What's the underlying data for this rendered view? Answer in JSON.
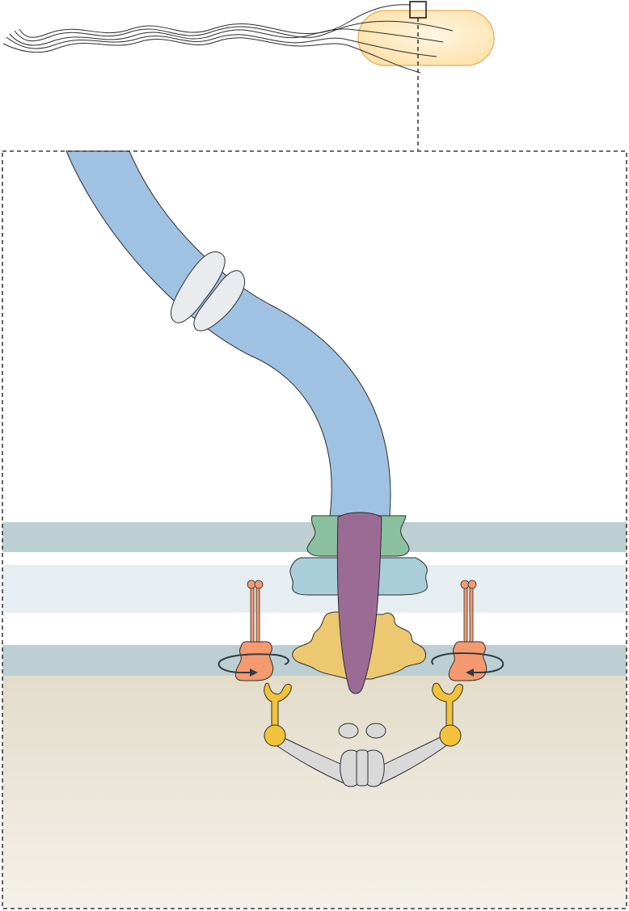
{
  "diagram": {
    "components": [
      "bacterium-cell",
      "flagellar-filaments",
      "zoom-marker",
      "flagellar-filament",
      "filament-ring",
      "outer-membrane",
      "peptidoglycan-layer",
      "inner-membrane",
      "cytoplasm",
      "l-ring",
      "p-ring",
      "ms-c-ring",
      "rod-hook",
      "stator-unit-left",
      "stator-unit-right",
      "rotation-arrow-left",
      "rotation-arrow-right",
      "adaptor-left",
      "adaptor-right",
      "export-apparatus"
    ],
    "colors": {
      "cell_fill": "#fde4b0",
      "cell_stroke": "#e5aa55",
      "filament": "#a0c2e2",
      "filament_ring": "#e8ecee",
      "outer_membrane": "#bccfd2",
      "peptidoglycan": "#e7eef1",
      "inner_membrane": "#bccfd2",
      "cytoplasm_top": "#e3dcca",
      "cytoplasm_bottom": "#f3f0e9",
      "l_ring": "#8ac09e",
      "p_ring": "#a9ced9",
      "c_ring": "#ecc870",
      "rod_hook": "#9b6b96",
      "stator": "#f59a70",
      "rotation_arrow": "#2f3b42",
      "adaptor": "#f2c23a",
      "export_apparatus": "#dad9da",
      "outline": "#2d2d2d"
    }
  }
}
